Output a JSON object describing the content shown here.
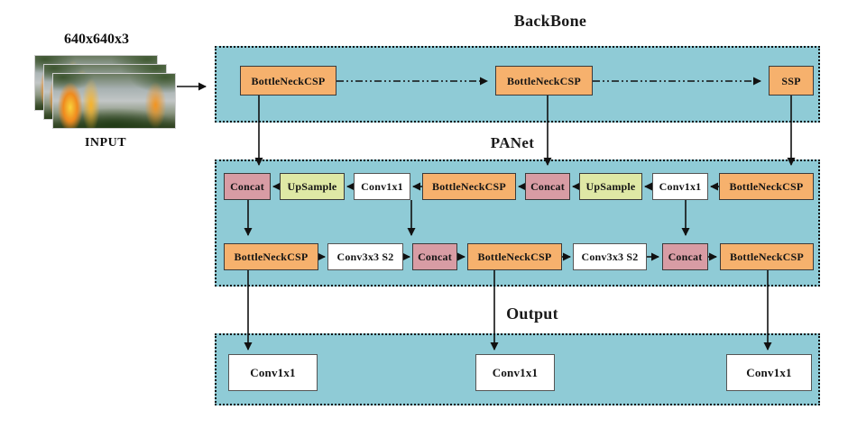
{
  "input": {
    "size_label": "640x640x3",
    "caption": "INPUT",
    "image_description": "forest-fire-photo-stack"
  },
  "sections": {
    "backbone": {
      "title": "BackBone",
      "nodes": [
        {
          "label": "BottleNeckCSP"
        },
        {
          "label": "BottleNeckCSP"
        },
        {
          "label": "SSP"
        }
      ]
    },
    "panet": {
      "title": "PANet",
      "row1": [
        {
          "label": "Concat"
        },
        {
          "label": "UpSample"
        },
        {
          "label": "Conv1x1"
        },
        {
          "label": "BottleNeckCSP"
        },
        {
          "label": "Concat"
        },
        {
          "label": "UpSample"
        },
        {
          "label": "Conv1x1"
        },
        {
          "label": "BottleNeckCSP"
        }
      ],
      "row2": [
        {
          "label": "BottleNeckCSP"
        },
        {
          "label": "Conv3x3 S2"
        },
        {
          "label": "Concat"
        },
        {
          "label": "BottleNeckCSP"
        },
        {
          "label": "Conv3x3 S2"
        },
        {
          "label": "Concat"
        },
        {
          "label": "BottleNeckCSP"
        }
      ]
    },
    "output": {
      "title": "Output",
      "nodes": [
        {
          "label": "Conv1x1"
        },
        {
          "label": "Conv1x1"
        },
        {
          "label": "Conv1x1"
        }
      ]
    }
  },
  "colors": {
    "section_bg": "#8FCBD6",
    "node_border": "#3a3a3a",
    "bottleneck_fill": "#F6B16D",
    "concat_fill": "#D89CA4",
    "upsample_fill": "#DFE8A5",
    "conv_fill": "#FFFFFF",
    "arrow": "#111111"
  }
}
